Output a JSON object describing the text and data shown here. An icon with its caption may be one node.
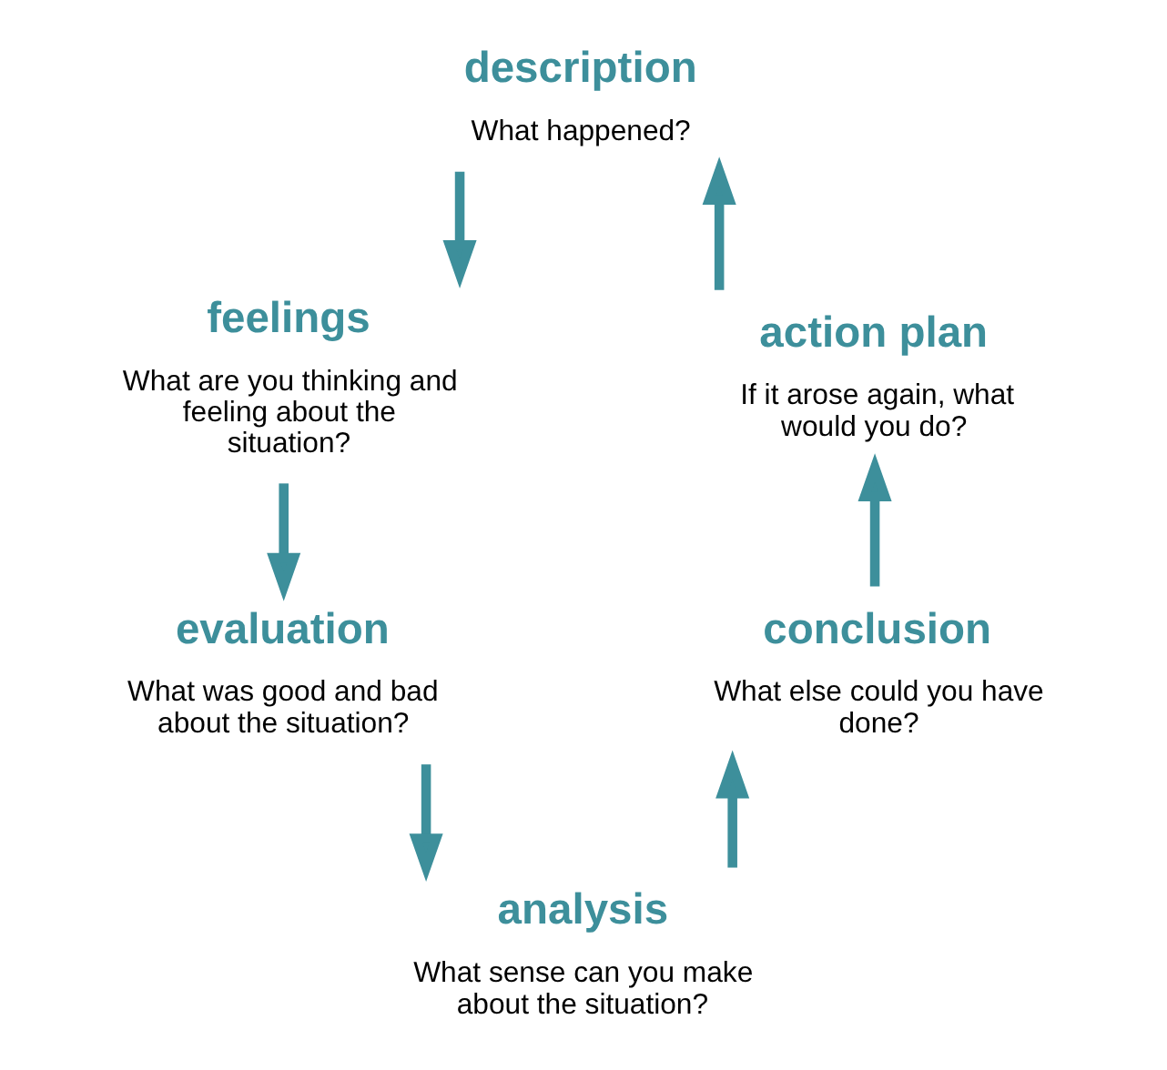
{
  "diagram": {
    "nodes": [
      {
        "text": [
          "description",
          "What happened?"
        ]
      },
      {
        "text": [
          "feelings",
          "What are you thinking and feeling about the situation?"
        ]
      },
      {
        "text": [
          "evaluation",
          "What was good and bad about the situation?"
        ]
      },
      {
        "text": [
          "analysis",
          "What sense can you make about the situation?"
        ]
      },
      {
        "text": [
          "conclusion",
          "What else could you have done?"
        ]
      },
      {
        "text": [
          "action plan",
          "If it arose again, what would you do?"
        ]
      }
    ],
    "edges": [
      {
        "from": 0,
        "to": 1,
        "arrow": "to"
      },
      {
        "from": 1,
        "to": 2,
        "arrow": "to"
      },
      {
        "from": 2,
        "to": 3,
        "arrow": "to"
      },
      {
        "from": 3,
        "to": 4,
        "arrow": "to"
      },
      {
        "from": 4,
        "to": 5,
        "arrow": "to"
      },
      {
        "from": 5,
        "to": 0,
        "arrow": "to"
      }
    ]
  }
}
